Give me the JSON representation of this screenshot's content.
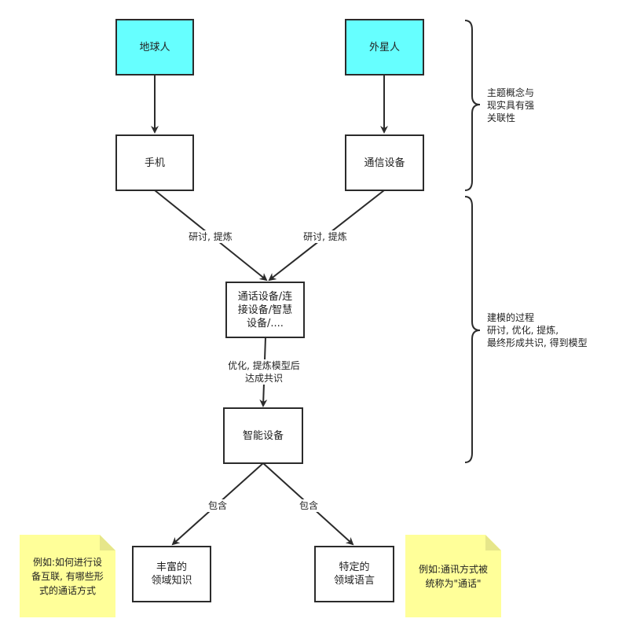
{
  "nodes": {
    "earthling": "地球人",
    "alien": "外星人",
    "phone": "手机",
    "comm_device": "通信设备",
    "call_device": "通话设备/连\n接设备/智慧\n设备/....",
    "smart_device": "智能设备",
    "rich_knowledge": "丰富的\n领域知识",
    "specific_language": "特定的\n领域语言"
  },
  "edge_labels": {
    "left_discuss": "研讨, 提炼",
    "right_discuss": "研讨, 提炼",
    "optimize": "优化, 提炼模型后\n达成共识",
    "include_left": "包含",
    "include_right": "包含"
  },
  "notes": {
    "left": "例如:如何进行设\n备互联, 有哪些形\n式的通话方式",
    "right": "例如:通讯方式被\n统称为\"通话\""
  },
  "annotations": {
    "top": "主题概念与\n现实具有强\n关联性",
    "bottom": "建模的过程\n研讨, 优化, 提炼,\n最终形成共识, 得到模型"
  },
  "colors": {
    "highlight_fill": "#66ffff",
    "note_fill": "#ffff99",
    "stroke": "#2b2b2b"
  }
}
